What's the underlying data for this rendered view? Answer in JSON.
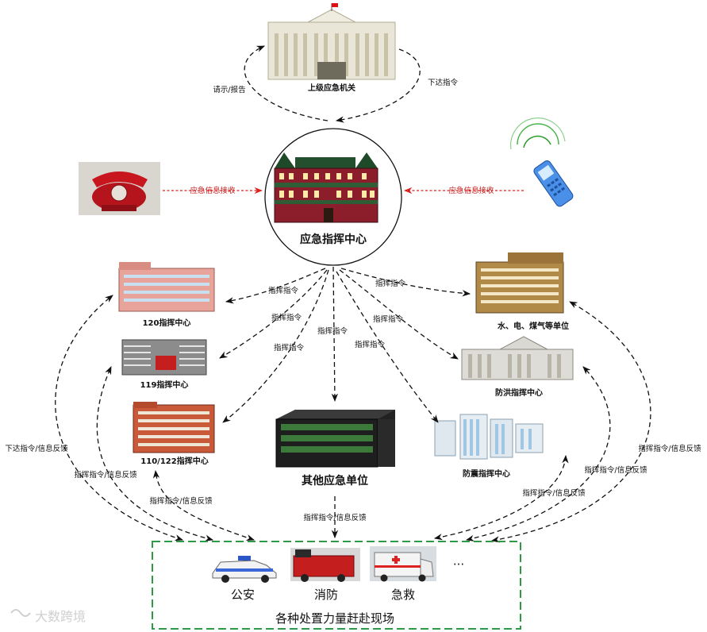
{
  "hub": {
    "label": "应急指挥中心"
  },
  "top": {
    "label": "上级应急机关",
    "left_arrow": "请示/报告",
    "right_arrow": "下达指令"
  },
  "intake": {
    "left_label": "应急信息接收",
    "right_label": "应急信息接收"
  },
  "units": {
    "u120": "120指挥中心",
    "u119": "119指挥中心",
    "u110": "110/122指挥中心",
    "utility": "水、电、煤气等单位",
    "flood": "防洪指挥中心",
    "quake": "防震指挥中心",
    "other": "其他应急单位"
  },
  "arrow_labels": {
    "command": "指挥指令",
    "command_feedback": "指挥指令/信息反馈",
    "down_feedback": "下达指令/信息反馈"
  },
  "scene": {
    "title": "各种处置力量赶赴现场",
    "police": "公安",
    "fire": "消防",
    "ambulance": "急救",
    "more": "···"
  },
  "watermark": "大数跨境",
  "colors": {
    "scene_border": "#2e9a45",
    "intake_arrow": "#d22222",
    "building_red": "#8b1e2a"
  }
}
